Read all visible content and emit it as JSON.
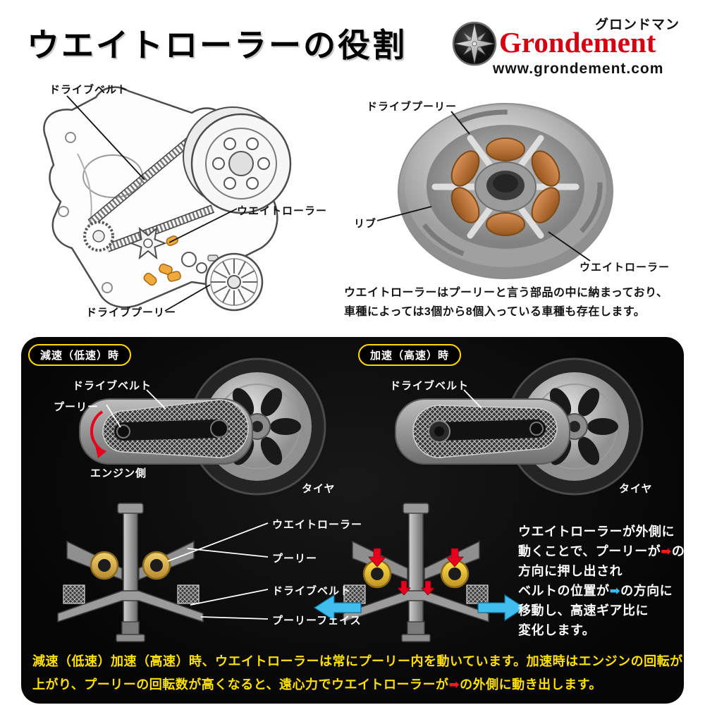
{
  "page": {
    "title": "ウエイトローラーの役割"
  },
  "brand": {
    "katakana": "グロンドマン",
    "name": "Grondement",
    "url": "www.grondement.com",
    "accent_red": "#d60012"
  },
  "engine_diagram": {
    "label_drive_belt": "ドライブベルト",
    "label_weight_roller": "ウエイトローラー",
    "label_drive_pulley": "ドライブプーリー"
  },
  "pulley_photo": {
    "label_drive_pulley": "ドライブプーリー",
    "label_rib": "リブ",
    "label_weight_roller": "ウエイトローラー",
    "caption_line1": "ウエイトローラーはプーリーと言う部品の中に納まっており、",
    "caption_line2": "車種によっては3個から8個入っている車種も存在します。"
  },
  "panel": {
    "low_speed": {
      "badge": "減速（低速）時",
      "label_drive_belt": "ドライブベルト",
      "label_pulley": "プーリー",
      "label_engine_side": "エンジン側",
      "label_tire": "タイヤ"
    },
    "high_speed": {
      "badge": "加速（高速）時",
      "label_drive_belt": "ドライブベルト",
      "label_tire": "タイヤ"
    },
    "cross_section": {
      "label_weight_roller": "ウエイトローラー",
      "label_pulley": "プーリー",
      "label_drive_belt": "ドライブベルト",
      "label_pulley_face": "プーリーフェイス"
    },
    "explanation": {
      "l1": "ウエイトローラーが外側に",
      "l2a": "動くことで、プーリーが",
      "l2_arrow": "➡",
      "l2b": "の",
      "l3": "方向に押し出され",
      "l4a": "ベルトの位置が",
      "l4_arrow": "➡",
      "l4b": "の方向に",
      "l5": "移動し、高速ギア比に",
      "l6": "変化します。"
    },
    "footer": {
      "line1": "減速（低速）加速（高速）時、ウエイトローラーは常にプーリー内を動いています。加速時はエンジンの回転が",
      "line2a": "上がり、プーリーの回転数が高くなると、遠心力でウエイトローラーが",
      "line2_arrow": "➡",
      "line2b": "の外側に動き出します。"
    }
  },
  "colors": {
    "accent_red": "#e60012",
    "accent_yellow": "#ffe100",
    "accent_cyan": "#35bdf2",
    "roller_orange": "#c97f3e"
  }
}
